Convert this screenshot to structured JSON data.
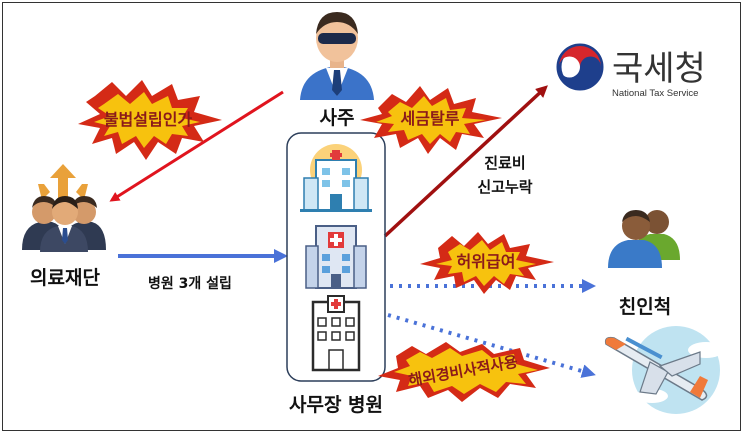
{
  "labels": {
    "owner": "사주",
    "foundation": "의료재단",
    "establish": "병원 3개 설립",
    "hospitals": "사무장 병원",
    "relatives": "친인척",
    "unreported": [
      "진료비",
      "신고누락"
    ]
  },
  "bursts": {
    "illegal_permit": "불법설립인가",
    "tax_evasion": "세금탈루",
    "fake_salary": "허위급여",
    "overseas_expense": "해외경비사적사용"
  },
  "nts": {
    "name": "국세청",
    "subtitle": "National Tax Service"
  },
  "colors": {
    "red_arrow": "#e0141e",
    "dark_red_arrow": "#a01010",
    "blue_arrow": "#4a72d8",
    "burst_fill": "#f7c20e",
    "burst_outer": "#d42a16",
    "burst_text": "#8b1a1a",
    "nts_blue": "#1e3f8c",
    "nts_red": "#d6262c"
  }
}
